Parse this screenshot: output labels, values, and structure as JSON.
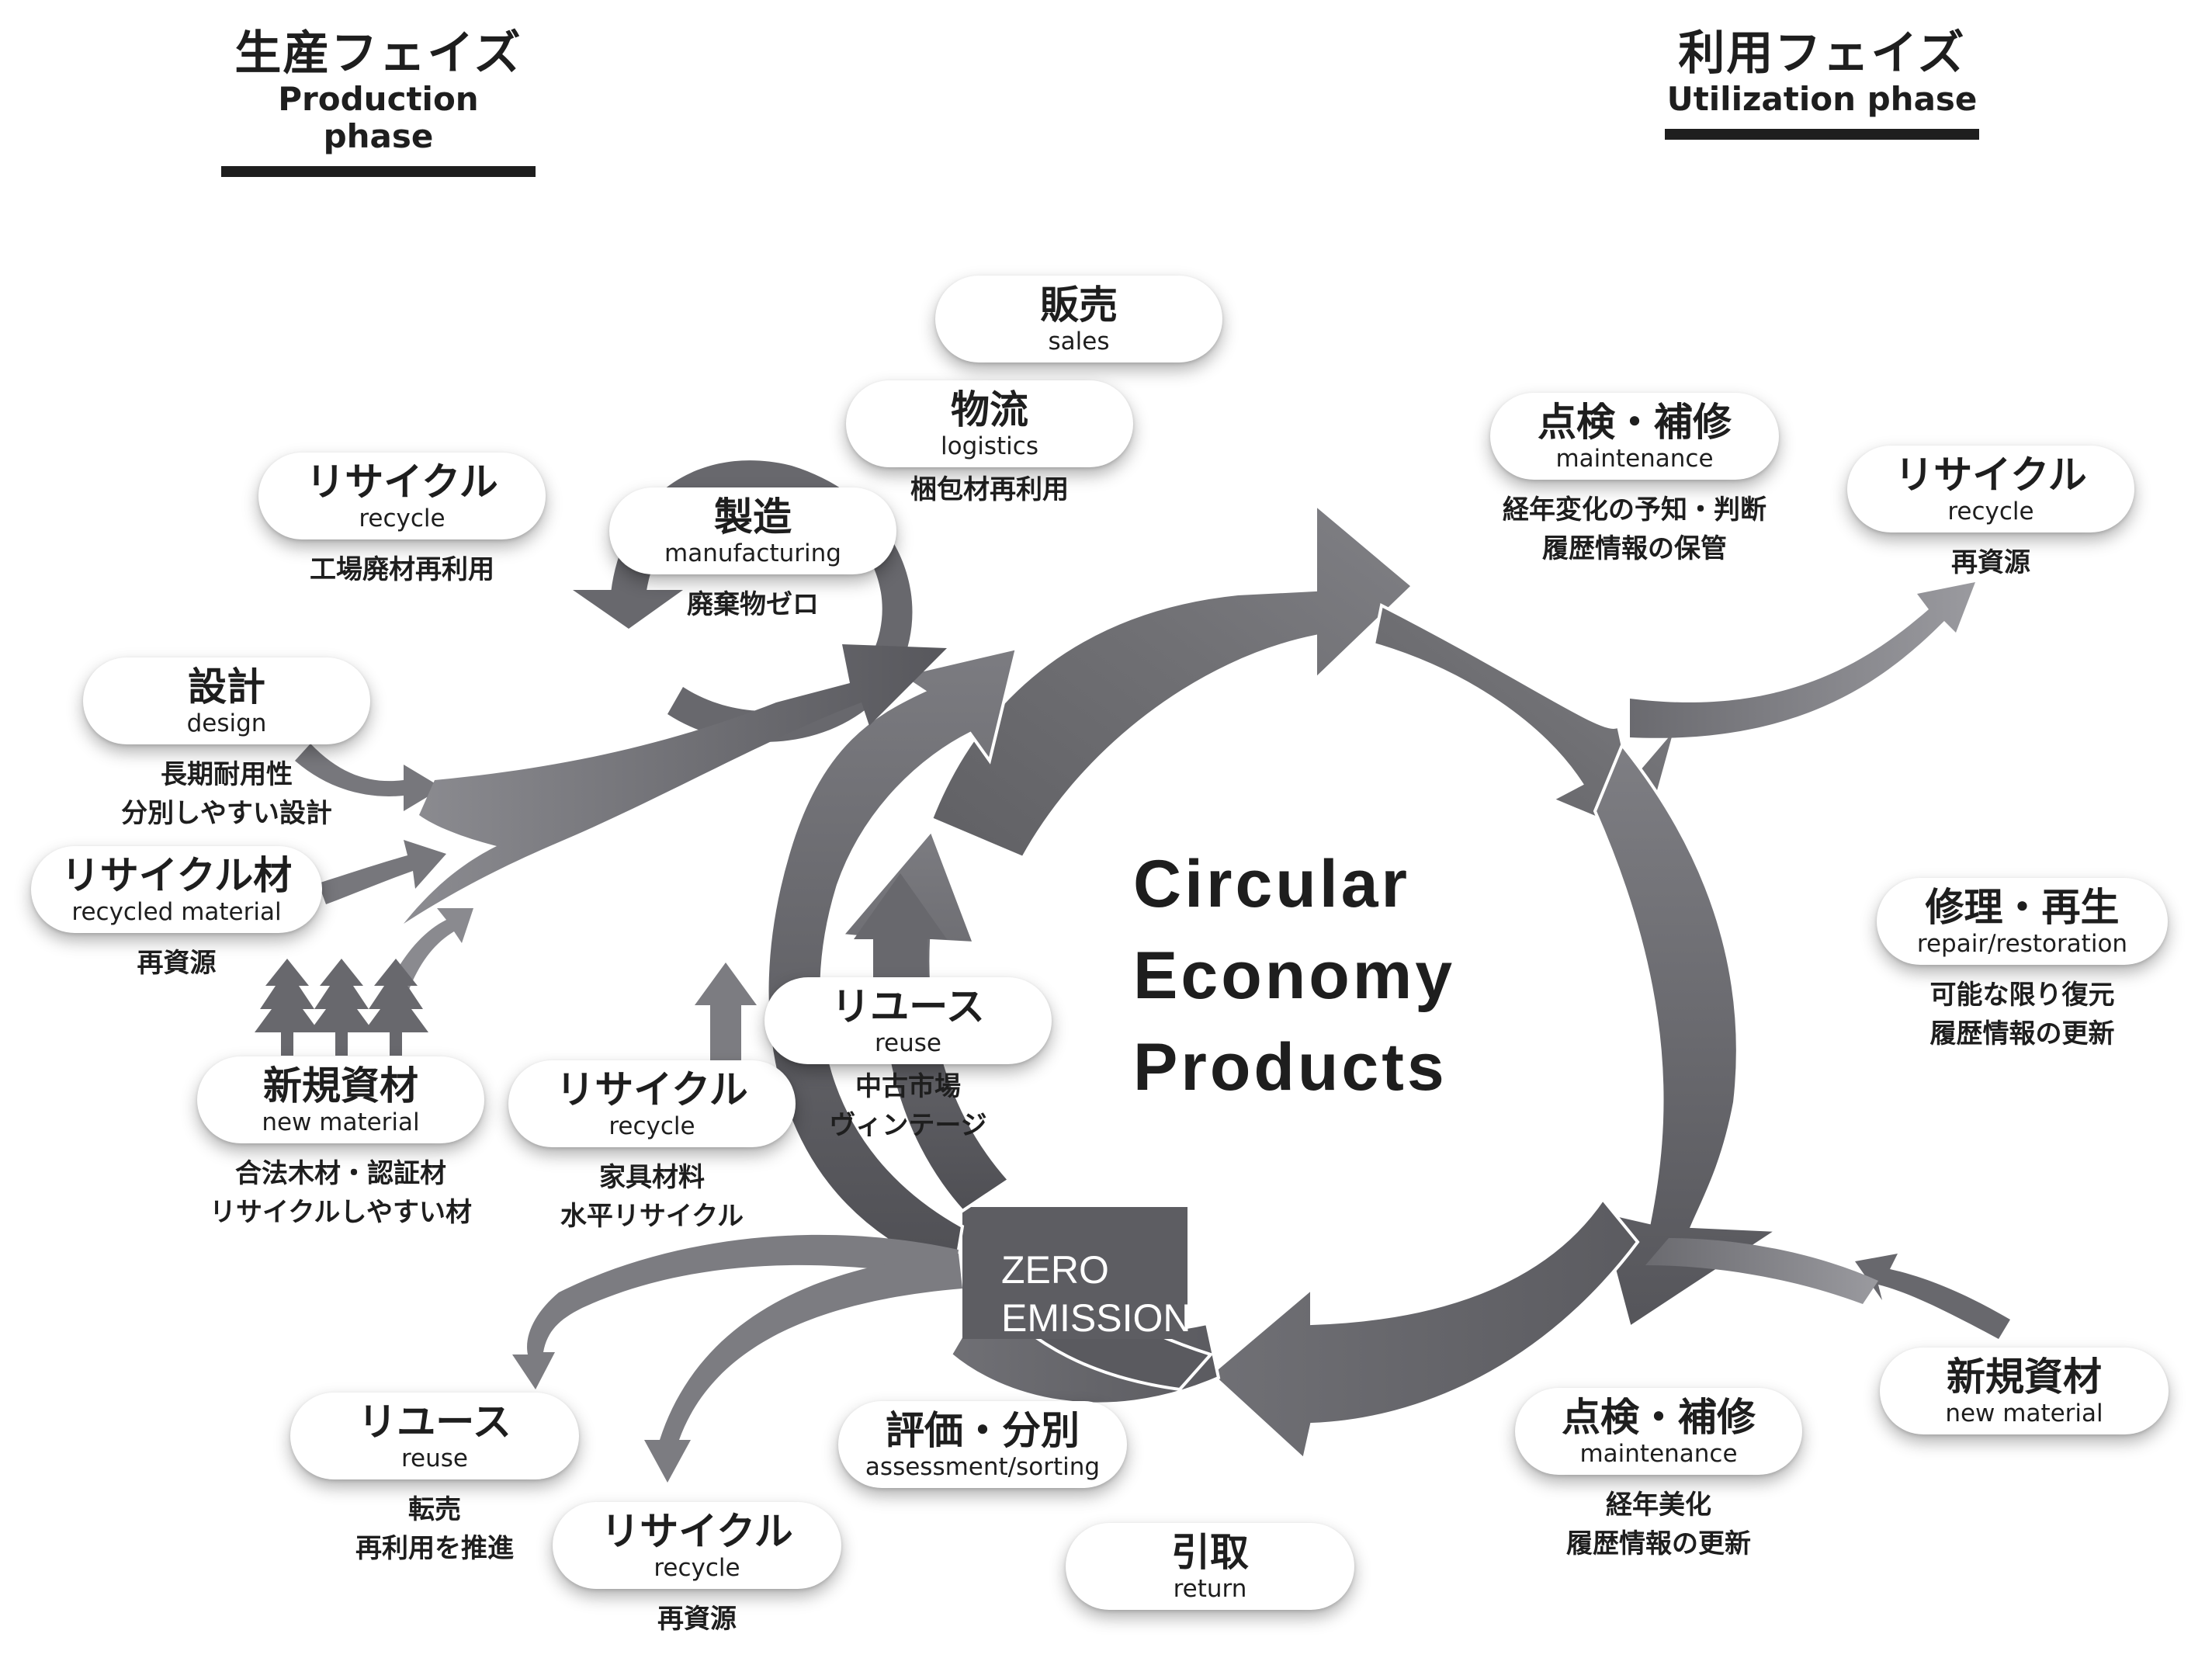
{
  "phases": {
    "production": {
      "jp": "生産フェイズ",
      "en": "Production phase"
    },
    "utilization": {
      "jp": "利用フェイズ",
      "en": "Utilization phase"
    }
  },
  "center": {
    "line1": "Circular",
    "line2": "Economy",
    "line3": "Products"
  },
  "zero_emission": {
    "line1": "ZERO",
    "line2": "EMISSION"
  },
  "nodes": {
    "sales": {
      "jp": "販売",
      "en": "sales"
    },
    "logistics": {
      "jp": "物流",
      "en": "logistics",
      "notes": [
        "梱包材再利用"
      ]
    },
    "manufacturing": {
      "jp": "製造",
      "en": "manufacturing",
      "notes": [
        "廃棄物ゼロ"
      ]
    },
    "recycle_factory": {
      "jp": "リサイクル",
      "en": "recycle",
      "notes": [
        "工場廃材再利用"
      ]
    },
    "design": {
      "jp": "設計",
      "en": "design",
      "notes": [
        "長期耐用性",
        "分別しやすい設計"
      ]
    },
    "recycled_material": {
      "jp": "リサイクル材",
      "en": "recycled material",
      "notes": [
        "再資源"
      ]
    },
    "new_material_left": {
      "jp": "新規資材",
      "en": "new material",
      "notes": [
        "合法木材・認証材",
        "リサイクルしやすい材"
      ]
    },
    "recycle_furniture": {
      "jp": "リサイクル",
      "en": "recycle",
      "notes": [
        "家具材料",
        "水平リサイクル"
      ]
    },
    "reuse_vintage": {
      "jp": "リユース",
      "en": "reuse",
      "notes": [
        "中古市場",
        "ヴィンテージ"
      ]
    },
    "maintenance_top": {
      "jp": "点検・補修",
      "en": "maintenance",
      "notes": [
        "経年変化の予知・判断",
        "履歴情報の保管"
      ]
    },
    "recycle_right": {
      "jp": "リサイクル",
      "en": "recycle",
      "notes": [
        "再資源"
      ]
    },
    "repair": {
      "jp": "修理・再生",
      "en": "repair/restoration",
      "notes": [
        "可能な限り復元",
        "履歴情報の更新"
      ]
    },
    "new_material_right": {
      "jp": "新規資材",
      "en": "new material"
    },
    "maintenance_bottom": {
      "jp": "点検・補修",
      "en": "maintenance",
      "notes": [
        "経年美化",
        "履歴情報の更新"
      ]
    },
    "return": {
      "jp": "引取",
      "en": "return"
    },
    "assessment": {
      "jp": "評価・分別",
      "en": "assessment/sorting"
    },
    "recycle_bottom": {
      "jp": "リサイクル",
      "en": "recycle",
      "notes": [
        "再資源"
      ]
    },
    "reuse_resale": {
      "jp": "リユース",
      "en": "reuse",
      "notes": [
        "転売",
        "再利用を推進"
      ]
    }
  },
  "colors": {
    "arrow_dark": "#4f4f53",
    "arrow_mid": "#7d7d82",
    "arrow_light": "#a3a3a8",
    "text": "#1e1e1e"
  },
  "icons": [
    "tree-icon",
    "tree-icon",
    "tree-icon"
  ]
}
